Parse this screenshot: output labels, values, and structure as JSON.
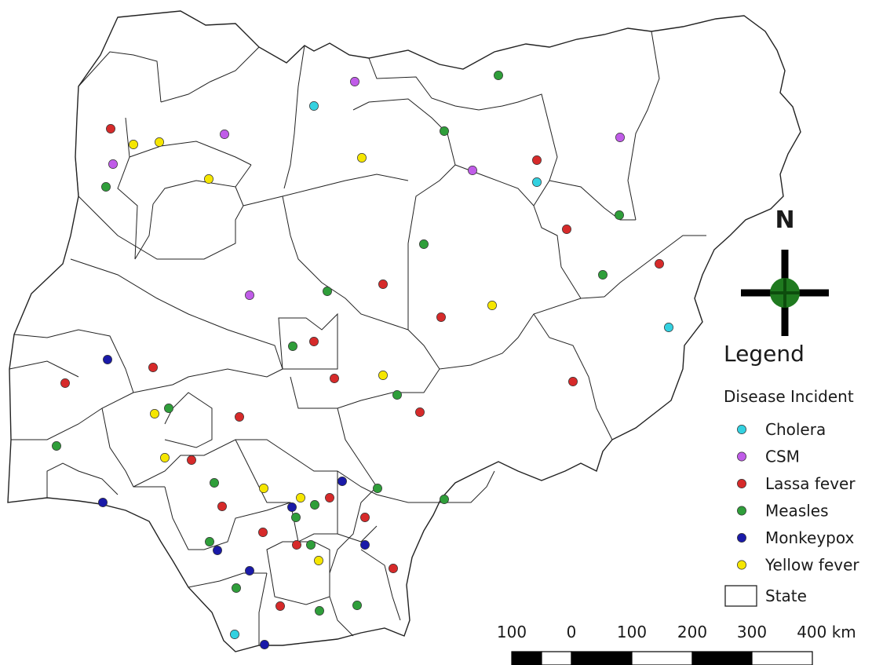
{
  "north_arrow": {
    "label": "N",
    "rose_color": "#1f7a1f"
  },
  "legend": {
    "title": "Legend",
    "subtitle": "Disease Incident",
    "items": [
      {
        "key": "cholera",
        "label": "Cholera",
        "color": "#33d1e0"
      },
      {
        "key": "csm",
        "label": "CSM",
        "color": "#c05ce8"
      },
      {
        "key": "lassa",
        "label": "Lassa fever",
        "color": "#d62a2a"
      },
      {
        "key": "measles",
        "label": "Measles",
        "color": "#2f9e3a"
      },
      {
        "key": "monkeypox",
        "label": "Monkeypox",
        "color": "#1a1aa8"
      },
      {
        "key": "yellow",
        "label": "Yellow fever",
        "color": "#f5e600"
      }
    ],
    "state_label": "State"
  },
  "scale_bar": {
    "labels": [
      "100",
      "0",
      "100",
      "200",
      "300",
      "400 km"
    ]
  }
}
